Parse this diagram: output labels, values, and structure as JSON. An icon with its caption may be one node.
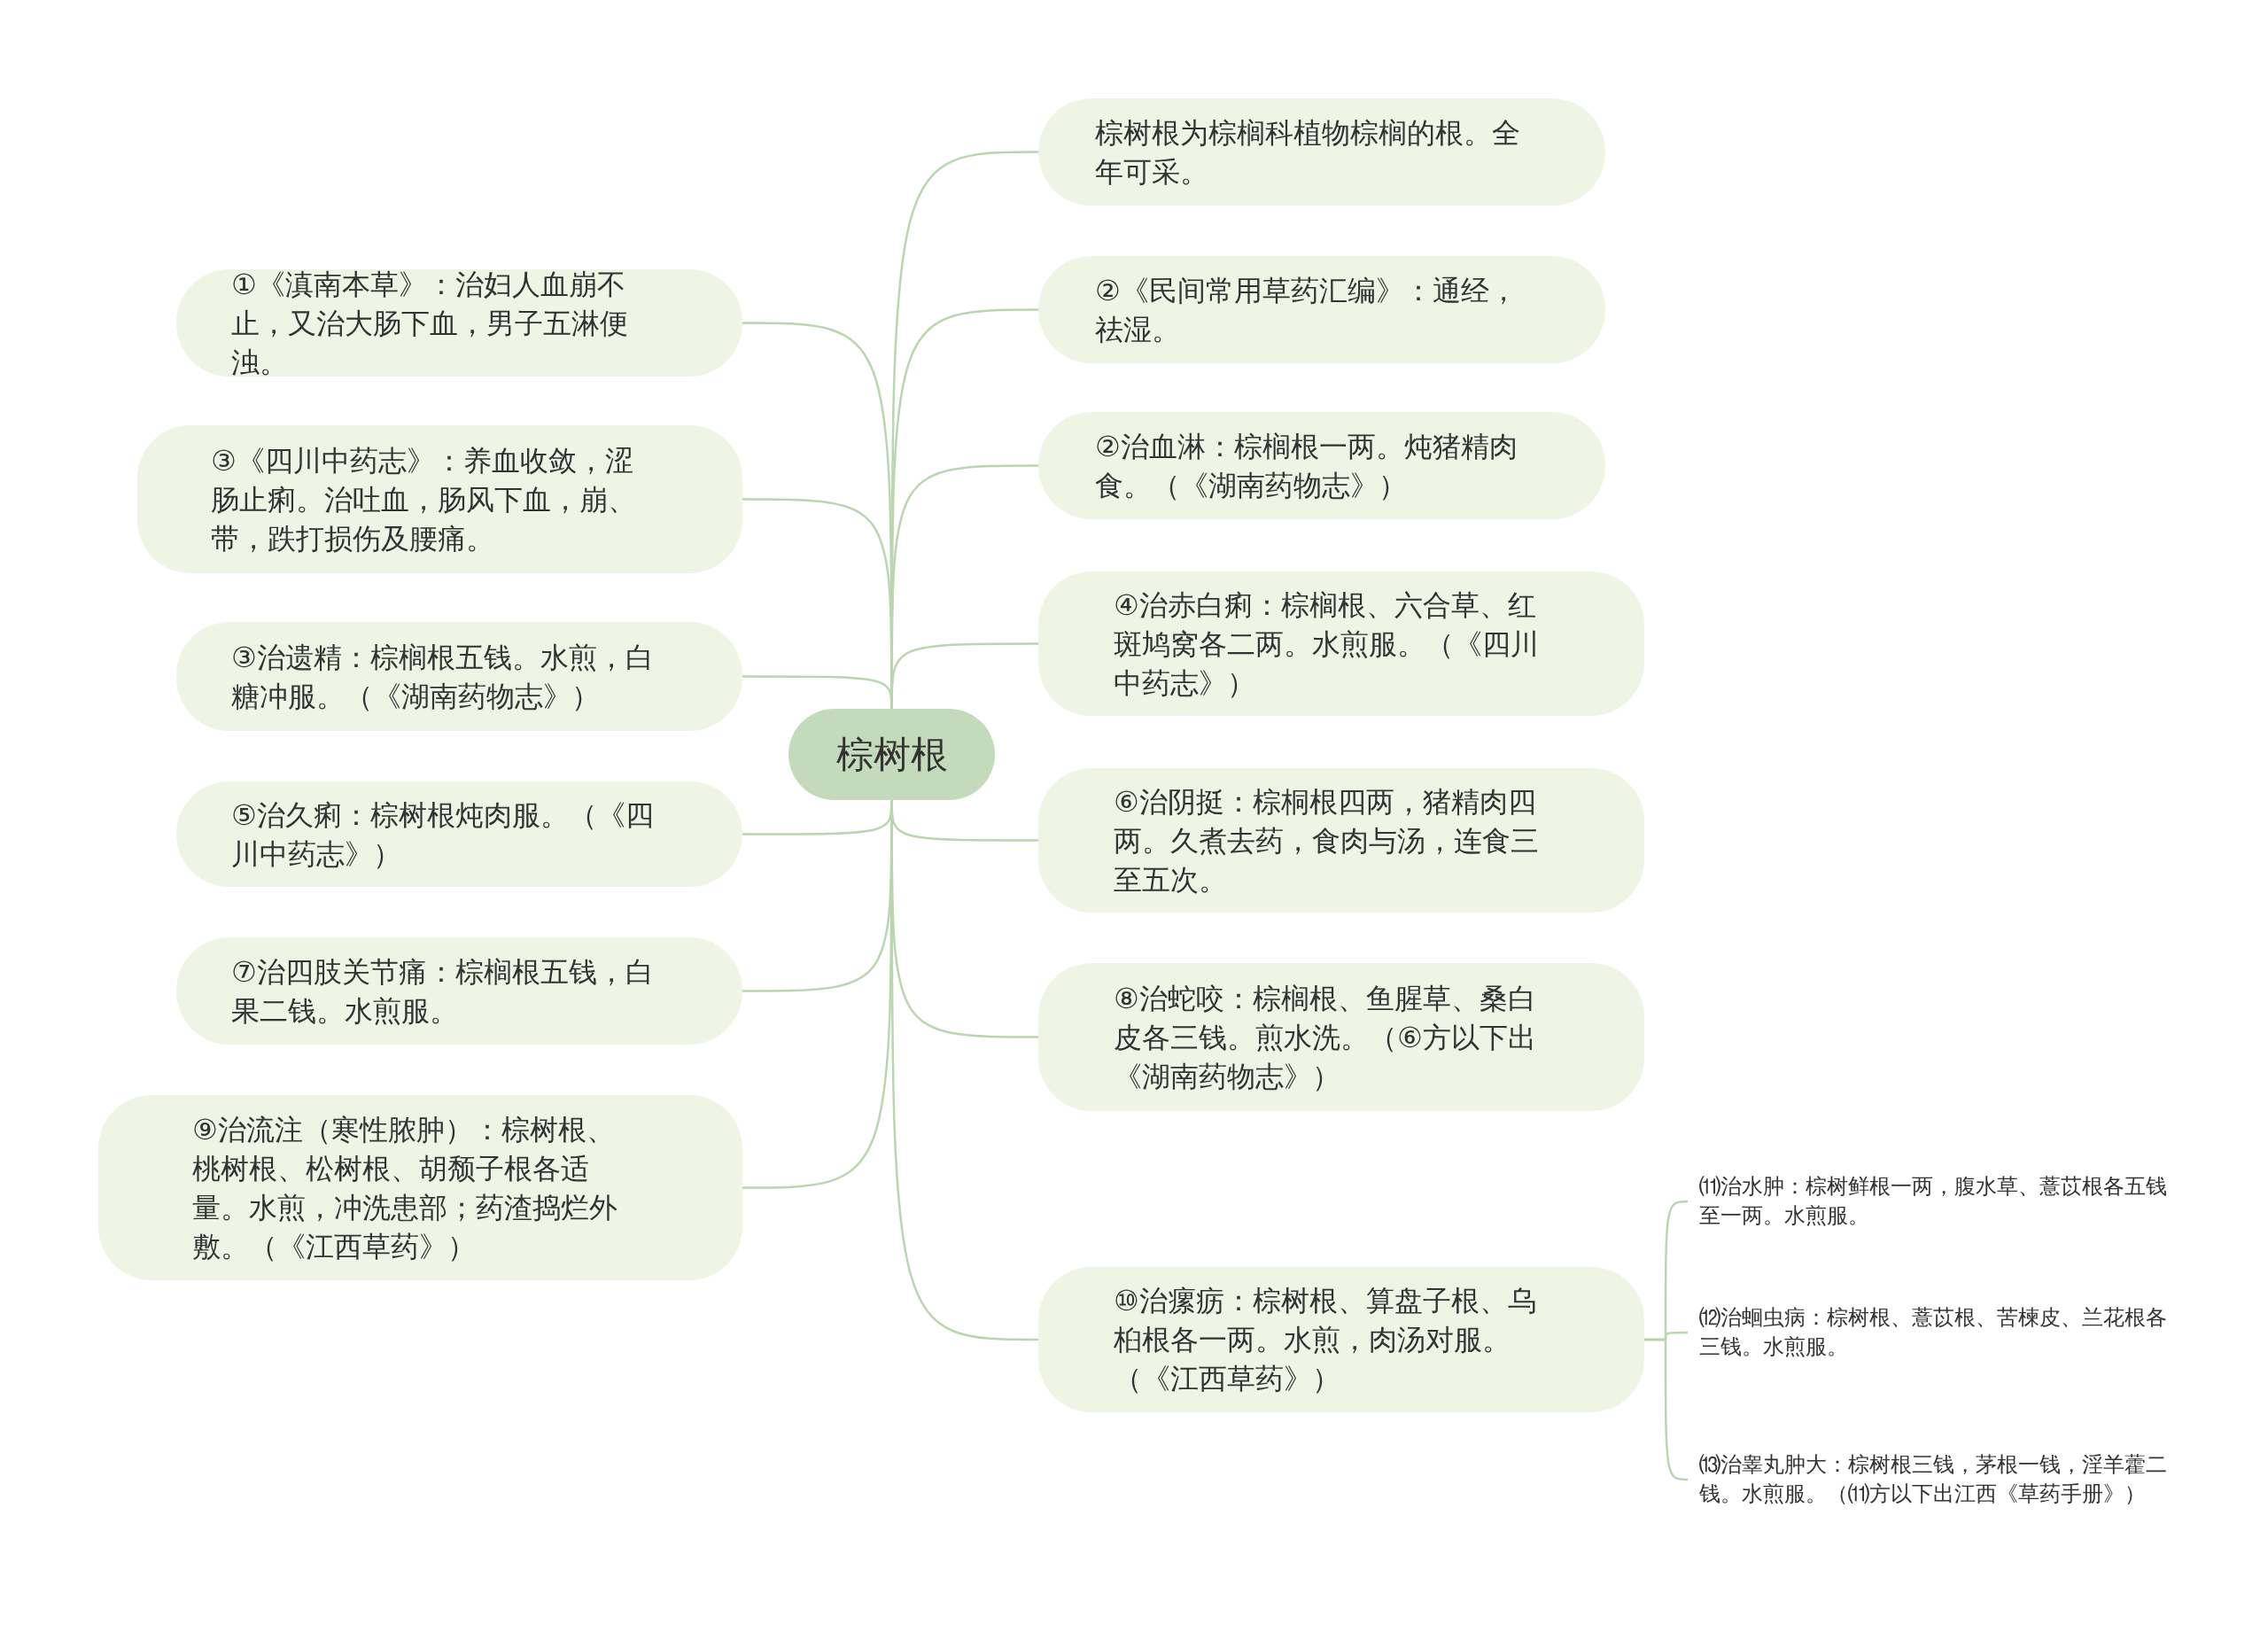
{
  "diagram": {
    "nodes": [
      {
        "text": [
          "棕树根"
        ]
      },
      {
        "text": [
          "①《滇南本草》：治妇人血崩不止，又治大肠下血，男子五淋便浊。"
        ]
      },
      {
        "text": [
          "③《四川中药志》：养血收敛，涩肠止痢。治吐血，肠风下血，崩、带，跌打损伤及腰痛。"
        ]
      },
      {
        "text": [
          "③治遗精：棕榈根五钱。水煎，白糖冲服。（《湖南药物志》）"
        ]
      },
      {
        "text": [
          "⑤治久痢：棕树根炖肉服。（《四川中药志》）"
        ]
      },
      {
        "text": [
          "⑦治四肢关节痛：棕榈根五钱，白果二钱。水煎服。"
        ]
      },
      {
        "text": [
          "⑨治流注（寒性脓肿）：棕树根、桃树根、松树根、胡颓子根各适量。水煎，冲洗患部；药渣捣烂外敷。（《江西草药》）"
        ]
      },
      {
        "text": [
          "棕树根为棕榈科植物棕榈的根。全年可采。"
        ]
      },
      {
        "text": [
          "②《民间常用草药汇编》：通经，祛湿。"
        ]
      },
      {
        "text": [
          "②治血淋：棕榈根一两。炖猪精肉食。（《湖南药物志》）"
        ]
      },
      {
        "text": [
          "④治赤白痢：棕榈根、六合草、红斑鸠窝各二两。水煎服。（《四川中药志》）"
        ]
      },
      {
        "text": [
          "⑥治阴挺：棕桐根四两，猪精肉四两。久煮去药，食肉与汤，连食三至五次。"
        ]
      },
      {
        "text": [
          "⑧治蛇咬：棕榈根、鱼腥草、桑白皮各三钱。煎水洗。（⑥方以下出《湖南药物志》）"
        ]
      },
      {
        "text": [
          "⑩治瘰疬：棕树根、算盘子根、乌桕根各一两。水煎，肉汤对服。（《江西草药》）"
        ]
      },
      {
        "text": [
          "⑾治水肿：棕树鲜根一两，腹水草、薏苡根各五钱至一两。水煎服。"
        ]
      },
      {
        "text": [
          "⑿治蛔虫病：棕树根、薏苡根、苦楝皮、兰花根各三钱。水煎服。"
        ]
      },
      {
        "text": [
          "⒀治睾丸肿大：棕树根三钱，茅根一钱，淫羊藿二钱。水煎服。（⑾方以下出江西《草药手册》）"
        ]
      }
    ],
    "edges": [
      {
        "from": 0,
        "to": 1,
        "arrow": "none"
      },
      {
        "from": 0,
        "to": 2,
        "arrow": "none"
      },
      {
        "from": 0,
        "to": 3,
        "arrow": "none"
      },
      {
        "from": 0,
        "to": 4,
        "arrow": "none"
      },
      {
        "from": 0,
        "to": 5,
        "arrow": "none"
      },
      {
        "from": 0,
        "to": 6,
        "arrow": "none"
      },
      {
        "from": 0,
        "to": 7,
        "arrow": "none"
      },
      {
        "from": 0,
        "to": 8,
        "arrow": "none"
      },
      {
        "from": 0,
        "to": 9,
        "arrow": "none"
      },
      {
        "from": 0,
        "to": 10,
        "arrow": "none"
      },
      {
        "from": 0,
        "to": 11,
        "arrow": "none"
      },
      {
        "from": 0,
        "to": 12,
        "arrow": "none"
      },
      {
        "from": 0,
        "to": 13,
        "arrow": "none"
      },
      {
        "from": 13,
        "to": 14,
        "arrow": "none"
      },
      {
        "from": 13,
        "to": 15,
        "arrow": "none"
      },
      {
        "from": 13,
        "to": 16,
        "arrow": "none"
      }
    ]
  }
}
